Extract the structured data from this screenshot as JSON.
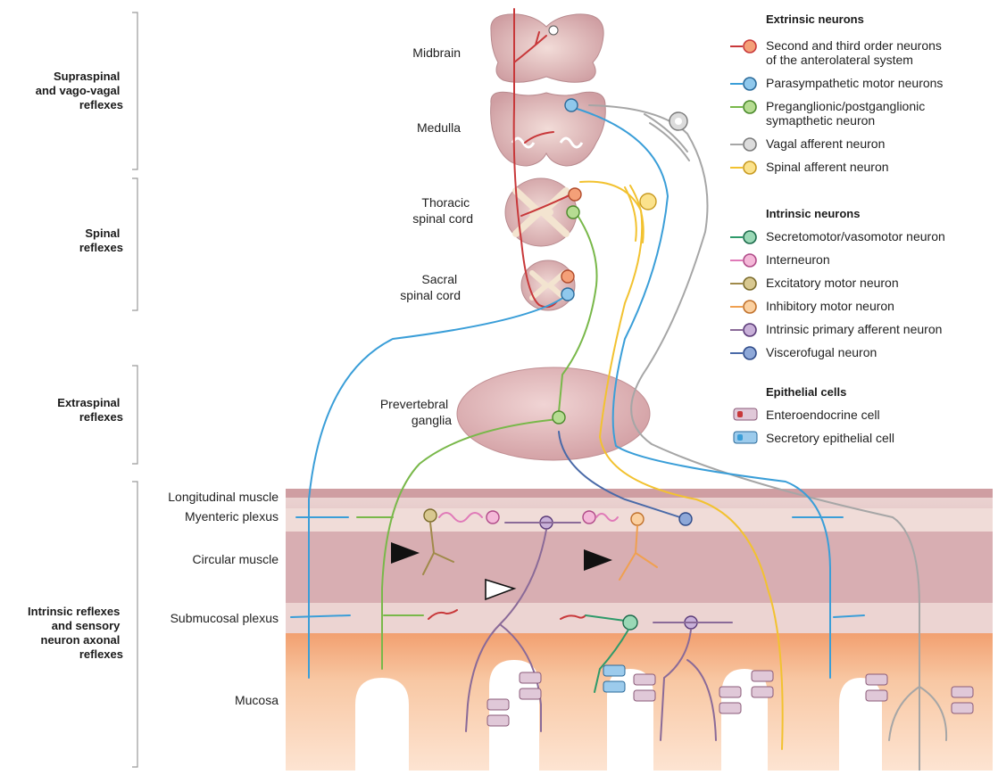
{
  "categories": {
    "supraspinal": [
      "Supraspinal",
      "and vago-vagal",
      "reflexes"
    ],
    "spinal": [
      "Spinal",
      "reflexes"
    ],
    "extraspinal": [
      "Extraspinal",
      "reflexes"
    ],
    "intrinsic": [
      "Intrinsic reflexes",
      "and sensory",
      "neuron axonal",
      "reflexes"
    ]
  },
  "regions": {
    "midbrain": [
      "Midbrain"
    ],
    "medulla": [
      "Medulla"
    ],
    "thoracic": [
      "Thoracic",
      "spinal cord"
    ],
    "sacral": [
      "Sacral",
      "spinal cord"
    ],
    "ganglia": [
      "Prevertebral",
      "ganglia"
    ]
  },
  "layers": {
    "longitudinal": "Longitudinal muscle",
    "myenteric": "Myenteric plexus",
    "circular": "Circular muscle",
    "submucosal": "Submucosal plexus",
    "mucosa": "Mucosa"
  },
  "legend": {
    "extrinsic": {
      "heading": "Extrinsic neurons",
      "items": [
        {
          "lines": [
            "Second and third order neurons",
            "of the anterolateral system"
          ],
          "color": "#c8383a"
        },
        {
          "lines": [
            "Parasympathetic motor neurons"
          ],
          "color": "#3a9ed8"
        },
        {
          "lines": [
            "Preganglionic/postganglionic",
            "symapthetic neuron"
          ],
          "color": "#79b84a"
        },
        {
          "lines": [
            "Vagal afferent neuron"
          ],
          "color": "#a6a6a6"
        },
        {
          "lines": [
            "Spinal afferent neuron"
          ],
          "color": "#f2c230"
        }
      ]
    },
    "intrinsic": {
      "heading": "Intrinsic neurons",
      "items": [
        {
          "lines": [
            "Secretomotor/vasomotor neuron"
          ],
          "color": "#2e9a6a"
        },
        {
          "lines": [
            "Interneuron"
          ],
          "color": "#e07ab8"
        },
        {
          "lines": [
            "Excitatory motor neuron"
          ],
          "color": "#a08a4a"
        },
        {
          "lines": [
            "Inhibitory motor neuron"
          ],
          "color": "#f0a050"
        },
        {
          "lines": [
            "Intrinsic primary afferent neuron"
          ],
          "color": "#8a6a98"
        },
        {
          "lines": [
            "Viscerofugal neuron"
          ],
          "color": "#4a6aa8"
        }
      ]
    },
    "epithelial": {
      "heading": "Epithelial cells",
      "items": [
        {
          "label": "Enteroendocrine cell",
          "color": "#b07aa0"
        },
        {
          "label": "Secretory epithelial cell",
          "color": "#4aa0d8"
        }
      ]
    }
  },
  "colors": {
    "sensory": "#c8383a",
    "parasympathetic": "#3a9ed8",
    "sympathetic": "#79b84a",
    "vagal": "#a6a6a6",
    "spinal_afferent": "#f2c230",
    "secretomotor": "#2e9a6a",
    "interneuron": "#e07ab8",
    "excitatory": "#a08a4a",
    "inhibitory": "#f0a050",
    "ipan": "#8a6a98",
    "viscerofugal": "#4a6aa8",
    "tissue": "#d9a8ac",
    "mucosa": "#f6c8a6"
  }
}
